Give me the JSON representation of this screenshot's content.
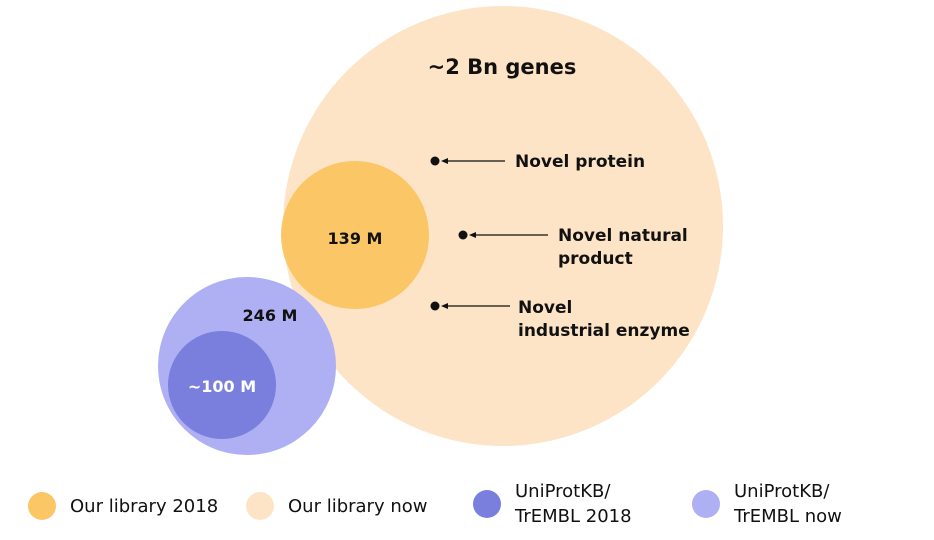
{
  "colors": {
    "library_now": "#fde4c6",
    "library_2018": "#fbc766",
    "uniprot_now": "#aeb0f3",
    "uniprot_2018": "#7a7fdd",
    "arrow": "#111111"
  },
  "diagram": {
    "big_circle_label": "~2 Bn genes",
    "library_2018_label": "139 M",
    "uniprot_now_label": "246 M",
    "uniprot_2018_label": "~100 M",
    "annotations": [
      {
        "line1": "Novel protein",
        "line2": ""
      },
      {
        "line1": "Novel natural",
        "line2": "product"
      },
      {
        "line1": "Novel",
        "line2": "industrial enzyme"
      }
    ]
  },
  "legend": [
    {
      "label": "Our library 2018",
      "color": "#fbc766",
      "icon": "legend-library-2018-swatch"
    },
    {
      "label": "Our library now",
      "color": "#fde4c6",
      "icon": "legend-library-now-swatch"
    },
    {
      "label": "UniProtKB/\nTrEMBL 2018",
      "color": "#7a7fdd",
      "icon": "legend-uniprot-2018-swatch"
    },
    {
      "label": "UniProtKB/\nTrEMBL now",
      "color": "#aeb0f3",
      "icon": "legend-uniprot-now-swatch"
    }
  ]
}
